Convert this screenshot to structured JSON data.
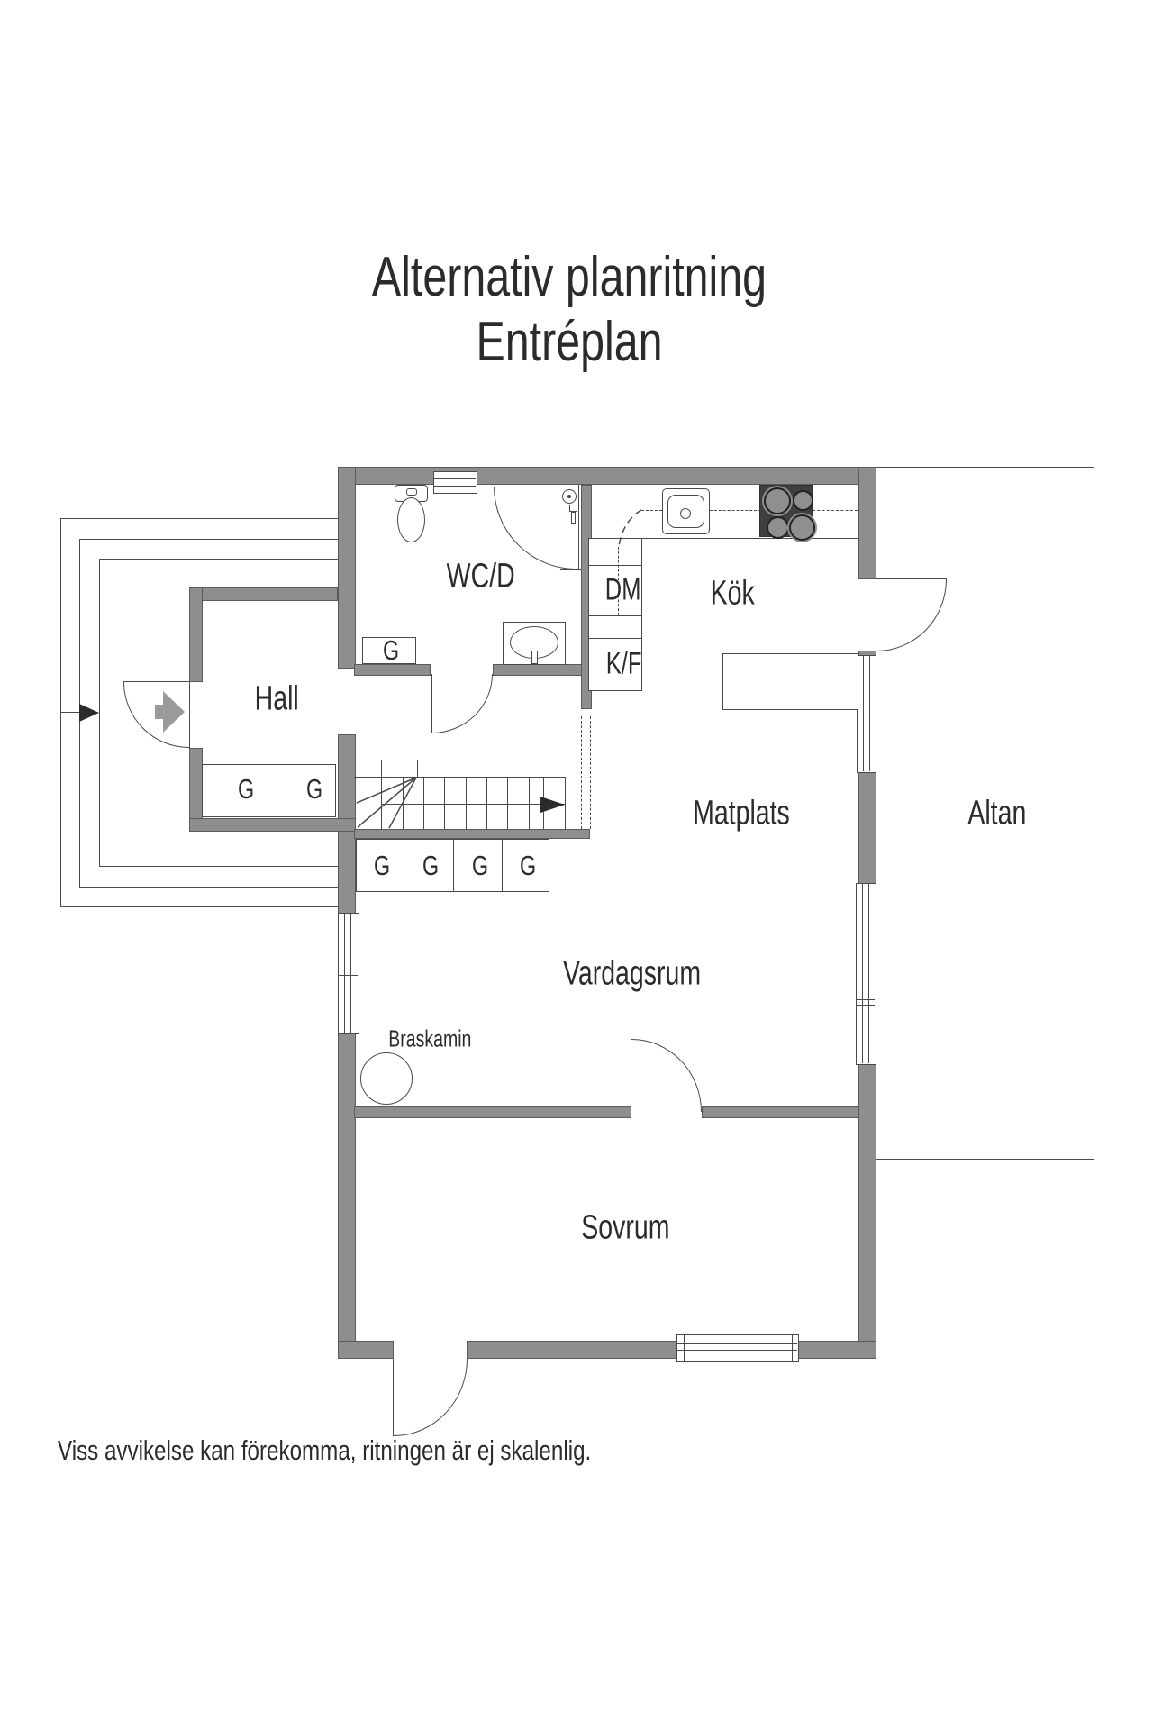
{
  "title": {
    "line1": "Alternativ planritning",
    "line2": "Entréplan"
  },
  "rooms": {
    "hall": "Hall",
    "bathroom": "WC/D",
    "kitchen": "Kök",
    "dishwasher": "DM",
    "fridge_freezer": "K/F",
    "dining": "Matplats",
    "terrace": "Altan",
    "living_room": "Vardagsrum",
    "bedroom": "Sovrum",
    "fireplace": "Braskamin"
  },
  "closet_label": "G",
  "footer": {
    "disclaimer": "Viss avvikelse kan förekomma, ritningen är ej skalenlig."
  },
  "colors": {
    "wall": "#8e8e8e",
    "line": "#4a4a4a",
    "text": "#2b2b2b",
    "stove": "#3f3f3f",
    "burner": "#8f8f8f",
    "arrow": "#9a9a9a"
  }
}
